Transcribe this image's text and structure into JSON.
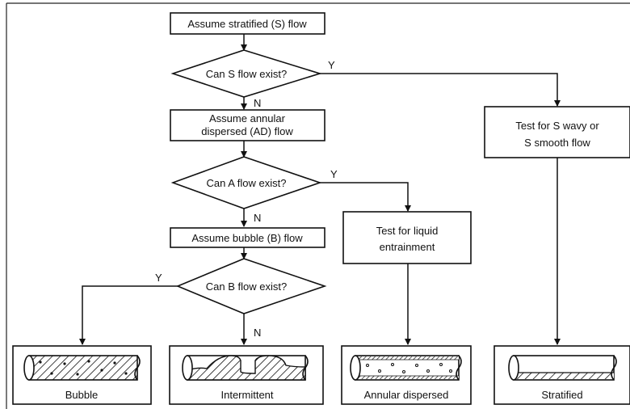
{
  "nodes": {
    "start": "Assume stratified (S) flow",
    "q_s": "Can S flow exist?",
    "assume_ad_1": "Assume annular",
    "assume_ad_2": "dispersed (AD) flow",
    "q_a": "Can A flow exist?",
    "assume_b": "Assume bubble (B) flow",
    "q_b": "Can B flow exist?",
    "test_s_1": "Test for S wavy or",
    "test_s_2": "S smooth flow",
    "test_liq_1": "Test for liquid",
    "test_liq_2": "entrainment"
  },
  "branches": {
    "yes": "Y",
    "no": "N"
  },
  "outcomes": [
    {
      "label": "Bubble",
      "icon": "bubble-flow-pipe-icon"
    },
    {
      "label": "Intermittent",
      "icon": "intermittent-flow-pipe-icon"
    },
    {
      "label": "Annular dispersed",
      "icon": "annular-dispersed-flow-pipe-icon"
    },
    {
      "label": "Stratified",
      "icon": "stratified-flow-pipe-icon"
    }
  ]
}
